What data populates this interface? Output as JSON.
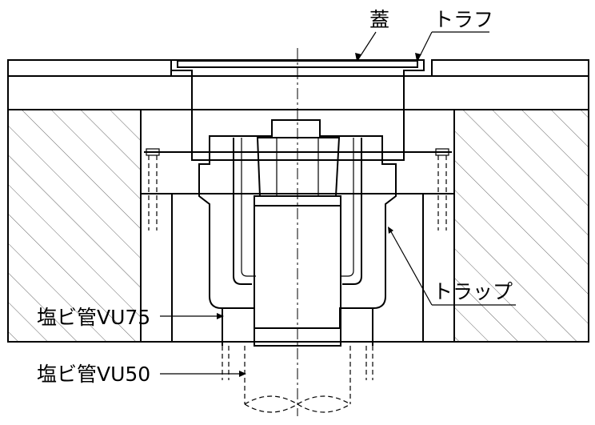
{
  "labels": {
    "lid": "蓋",
    "trough": "トラフ",
    "trap": "トラップ",
    "pipe_75": "塩ビ管VU75",
    "pipe_50": "塩ビ管VU50"
  },
  "colors": {
    "line": "#000000",
    "concrete_fill": "#ffffff",
    "wall_fill": "#d9d9d9",
    "background": "#ffffff"
  }
}
